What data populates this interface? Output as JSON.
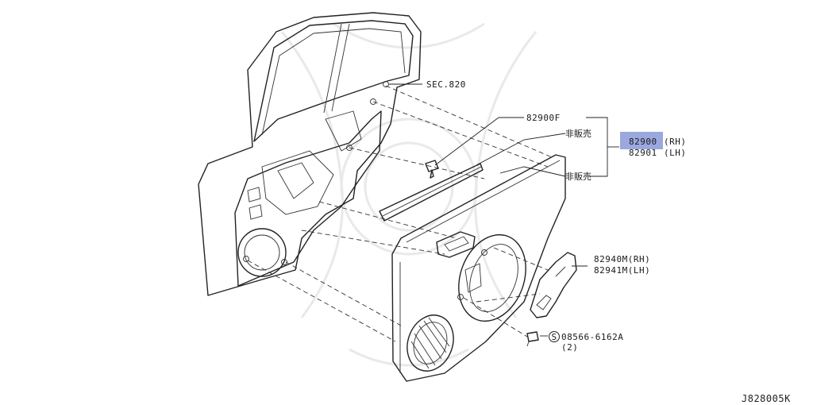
{
  "labels": {
    "sec": "SEC.820",
    "p82900f": "82900F",
    "not_sold_1": "非販売",
    "not_sold_2": "非販売",
    "p82900": "82900",
    "p82900_side": "(RH)",
    "p82901": "82901",
    "p82901_side": "(LH)",
    "p82940m": "82940M(RH)",
    "p82941m": "82941M(LH)",
    "screw_symbol": "S",
    "screw": "08566-6162A",
    "screw_qty": "(2)",
    "diagram_ref": "J828005K"
  },
  "colors": {
    "highlight": "#8a99d8",
    "line": "#222222"
  }
}
